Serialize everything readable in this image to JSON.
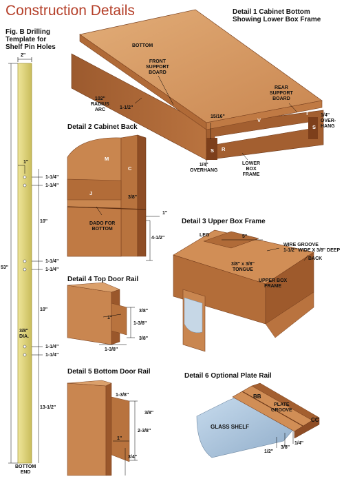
{
  "page_title": "Construction Details",
  "figB": {
    "title_lines": [
      "Fig. B  Drilling",
      "Template for",
      "Shelf Pin Holes"
    ],
    "width": "2\"",
    "small_width": "1\"",
    "d1": "1-1/4\"",
    "d2": "1-1/4\"",
    "g1": "10\"",
    "d3": "1-1/4\"",
    "d4": "1-1/4\"",
    "g2": "10\"",
    "dia": "3/8\"",
    "dia_label": "DIA.",
    "d5": "1-1/4\"",
    "d6": "1-1/4\"",
    "bottom_gap": "13-1/2\"",
    "overall": "53\"",
    "end_label": [
      "BOTTOM",
      "END"
    ]
  },
  "detail1": {
    "title_lines": [
      "Detail 1  Cabinet Bottom",
      "Showing Lower Box Frame"
    ],
    "bottom": "BOTTOM",
    "front_support": [
      "FRONT",
      "SUPPORT",
      "BOARD"
    ],
    "rear_support": [
      "REAR",
      "SUPPORT",
      "BOARD"
    ],
    "radius": [
      "102\"",
      "RADIUS",
      "ARC"
    ],
    "r_offset": "1-1/2\"",
    "thick": "15/16\"",
    "overhang_right": [
      "1/4\"",
      "OVER-",
      "HANG"
    ],
    "overhang_left": [
      "1/4\"",
      "OVERHANG"
    ],
    "lower_box": [
      "LOWER",
      "BOX",
      "FRAME"
    ],
    "part_v": "V",
    "part_t": "T",
    "part_s1": "S",
    "part_s2": "S",
    "part_r": "R"
  },
  "detail2": {
    "title": "Detail 2  Cabinet Back",
    "part_m": "M",
    "part_c": "C",
    "part_j": "J",
    "dado": [
      "DADO FOR",
      "BOTTOM"
    ],
    "dim1": "3/8\"",
    "dim2": "1\"",
    "dim3": "4-1/2\""
  },
  "detail3": {
    "title": "Detail 3  Upper Box Frame",
    "leg": "LEG",
    "five": "5\"",
    "wire": [
      "WIRE GROOVE",
      "1-1/2\" WIDE X 3/8\" DEEP"
    ],
    "back": "BACK",
    "tongue": [
      "3/8\" x 3/8\"",
      "TONGUE"
    ],
    "upper_box": [
      "UPPER BOX",
      "FRAME"
    ]
  },
  "detail4": {
    "title": "Detail 4  Top Door Rail",
    "dim_a": "1\"",
    "dim_b": "3/8\"",
    "dim_c": "1-3/8\"",
    "dim_d": "3/8\"",
    "dim_e": "1-3/8\""
  },
  "detail5": {
    "title": "Detail 5  Bottom Door Rail",
    "dim_a": "1-3/8\"",
    "dim_b": "3/8\"",
    "dim_c": "2-3/8\"",
    "dim_d": "1\"",
    "dim_e": "3/4\""
  },
  "detail6": {
    "title": "Detail 6  Optional Plate Rail",
    "part_bb": "BB",
    "plate": [
      "PLATE",
      "GROOVE"
    ],
    "glass": "GLASS SHELF",
    "part_cc": "CC",
    "dim_a": "1/2\"",
    "dim_b": "3/8\"",
    "dim_c": "1/4\""
  },
  "colors": {
    "title": "#b5402a",
    "wood_light": "#d79a63",
    "wood_mid": "#b86c3a",
    "wood_dark": "#8a4a25",
    "template": "#dcd27a",
    "glass": "#a9c2d9"
  }
}
